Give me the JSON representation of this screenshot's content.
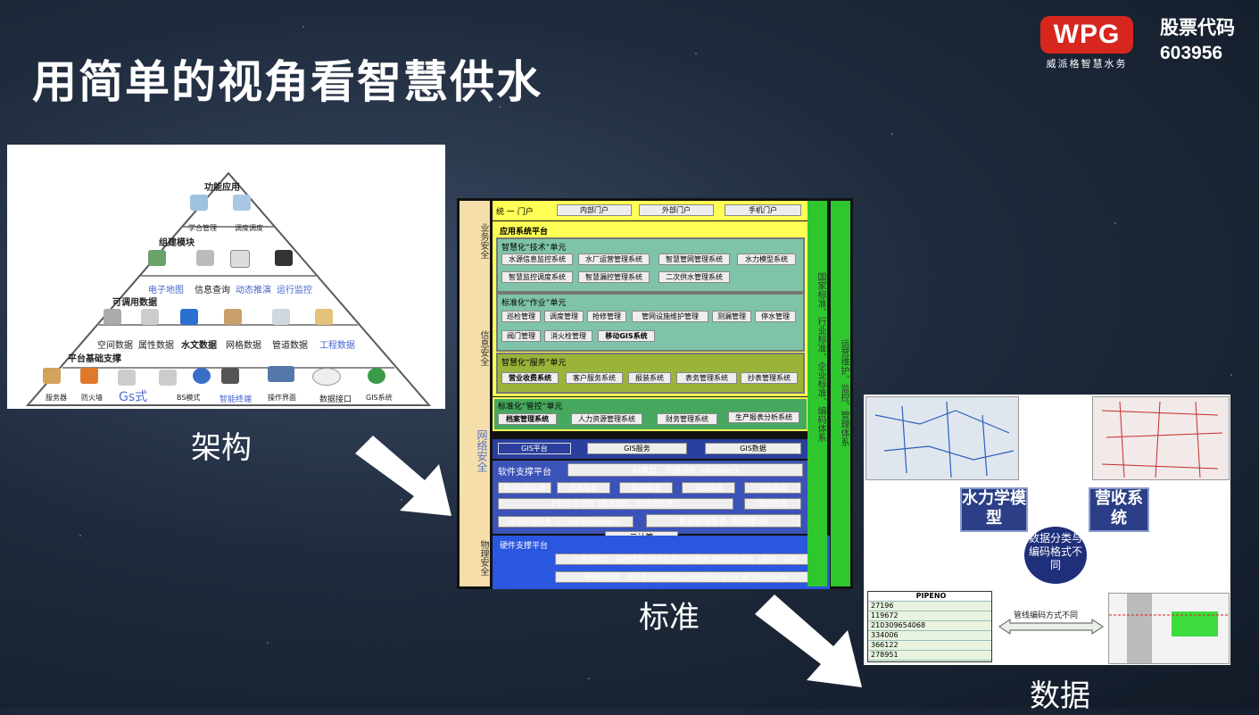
{
  "slide": {
    "title": "用简单的视角看智慧供水",
    "logo_text": "WPG",
    "logo_sub": "威派格智慧水务",
    "stock_label": "股票代码",
    "stock_code": "603956",
    "captions": {
      "arch": "架构",
      "standard": "标准",
      "data": "数据"
    }
  },
  "pyramid": {
    "tier1": {
      "label": "功能应用",
      "items": [
        "学合管理",
        "调度调度"
      ]
    },
    "tier2": {
      "label": "组建模块",
      "items": [
        "电子地图",
        "信息查询",
        "动态推演",
        "运行监控"
      ]
    },
    "tier3": {
      "label": "可调用数据",
      "items": [
        "空间数据",
        "属性数据",
        "水文数据",
        "网格数据",
        "管道数据",
        "工程数据"
      ]
    },
    "tier4": {
      "label": "平台基础支撑",
      "items": [
        "服务器",
        "防火墙",
        "Gs式",
        "BS模式",
        "智能终端",
        "操作界面",
        "数据接口",
        "GIS系统"
      ]
    }
  },
  "standard": {
    "left": [
      "业务安全",
      "信息安全",
      "网络安全",
      "物理安全"
    ],
    "right1": "国家标准、行业标准、企业标准、编码体系",
    "right2": "运营维护、监控、管理体系",
    "portal": {
      "label": "统 一 门户",
      "items": [
        "内部门户",
        "外部门户",
        "手机门户"
      ]
    },
    "app_platform": "应用系统平台",
    "tech": {
      "label": "智慧化“技术”单元",
      "row1": [
        "水源信息监控系统",
        "水厂运营管理系统",
        "智慧管网管理系统",
        "水力模型系统"
      ],
      "row2": [
        "智慧监控调度系统",
        "智慧漏控管理系统",
        "二次供水管理系统"
      ]
    },
    "work": {
      "label": "标准化“作业”单元",
      "row1": [
        "巡检管理",
        "调度管理",
        "抢修管理",
        "管网设施维护管理",
        "测漏管理",
        "停水管理"
      ],
      "row2": [
        "阀门管理",
        "消火栓管理",
        "移动GIS系统"
      ]
    },
    "service": {
      "label": "智慧化“服务”单元",
      "row1": [
        "营业收费系统",
        "客户服务系统",
        "报装系统",
        "表务管理系统",
        "抄表管理系统"
      ]
    },
    "control": {
      "label": "标准化“管控”单元",
      "row1": [
        "档案管理系统",
        "人力资源管理系统",
        "财务管理系统",
        "生产报表分析系统"
      ]
    },
    "gis": [
      "GIS平台",
      "GIS服务",
      "GIS数据"
    ],
    "software": {
      "label": "软件支撑平台",
      "bi": "BI模型、流程分析 (Modeler)",
      "row1": [
        "Portal服务器",
        "应用服务",
        "信息集成",
        "流程服务",
        "消息服务"
      ],
      "esb": "ESB企业总线（服务网关、BI消息代理）",
      "warehouse": "数据仓库",
      "storage": "应用存储服务（企业应用Adapter）",
      "data_storage": "数据存储服务 (数据集成)"
    },
    "cloud": "云计算",
    "hardware": {
      "label": "硬件支撑平台",
      "row1": "公共服务层：网络管理/WEB应用/Mail服务/网络增值服务（视频、语音）",
      "row2": "基础服务层：服务器/SDH/ADSL/VPN网关/万兆汇聚交换/WLAN..."
    }
  },
  "data_panel": {
    "hydraulic": "水力学模型",
    "revenue": "营收系统",
    "center": "数据分类与编码格式不同",
    "pipe_note": "管线编码方式不同",
    "table_header": "PIPENO",
    "table_rows": [
      "27196",
      "119672",
      "210309654068",
      "334006",
      "366122",
      "278951"
    ]
  }
}
